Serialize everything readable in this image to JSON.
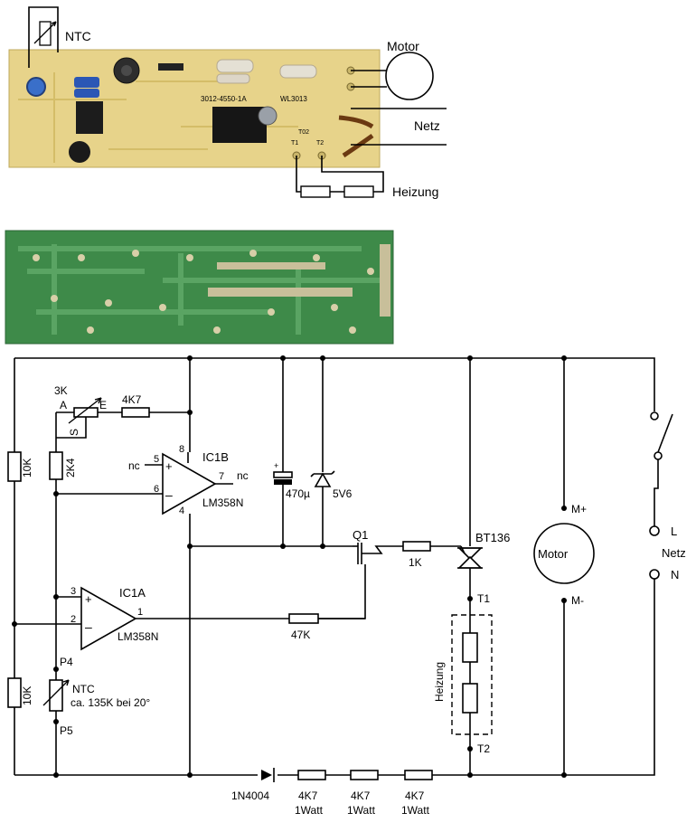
{
  "top_photo": {
    "ntc_label": "NTC",
    "motor_label": "Motor",
    "netz_label": "Netz",
    "heizung_label": "Heizung",
    "silk": {
      "board_no": "3012-4550-1A",
      "board_id": "WL3013",
      "t02": "T02",
      "t1": "T1",
      "t2": "T2"
    }
  },
  "schematic": {
    "pot": {
      "value": "3K",
      "pin_a": "A",
      "pin_e": "E",
      "pin_s": "S"
    },
    "r_4k7_top": "4K7",
    "r_10k": "10K",
    "r_2k4": "2K4",
    "r_10k_bottom": "10K",
    "ic1b": {
      "name": "IC1B",
      "part": "LM358N",
      "pin5": "5",
      "pin6": "6",
      "pin7": "7",
      "pin8": "8",
      "pin4": "4",
      "nc_in": "nc",
      "nc_out": "nc"
    },
    "ic1a": {
      "name": "IC1A",
      "part": "LM358N",
      "pin3": "3",
      "pin2": "2",
      "pin1": "1"
    },
    "cap": {
      "value": "470µ",
      "plus": "+"
    },
    "zener": "5V6",
    "q1": "Q1",
    "r_1k": "1K",
    "r_47k": "47K",
    "triac": "BT136",
    "t1": "T1",
    "t2": "T2",
    "heizung": "Heizung",
    "motor": {
      "label": "Motor",
      "plus": "M+",
      "minus": "M-"
    },
    "mains": {
      "l": "L",
      "n": "N",
      "label": "Netz"
    },
    "ntc": {
      "name": "NTC",
      "spec": "ca. 135K bei 20°",
      "p4": "P4",
      "p5": "P5"
    },
    "diode": "1N4004",
    "dropper": [
      {
        "value": "4K7",
        "power": "1Watt"
      },
      {
        "value": "4K7",
        "power": "1Watt"
      },
      {
        "value": "4K7",
        "power": "1Watt"
      }
    ]
  },
  "colors": {
    "pcb_top": "#e8d488",
    "pcb_bottom": "#3f8a4a",
    "copper": "#c9b56a"
  }
}
